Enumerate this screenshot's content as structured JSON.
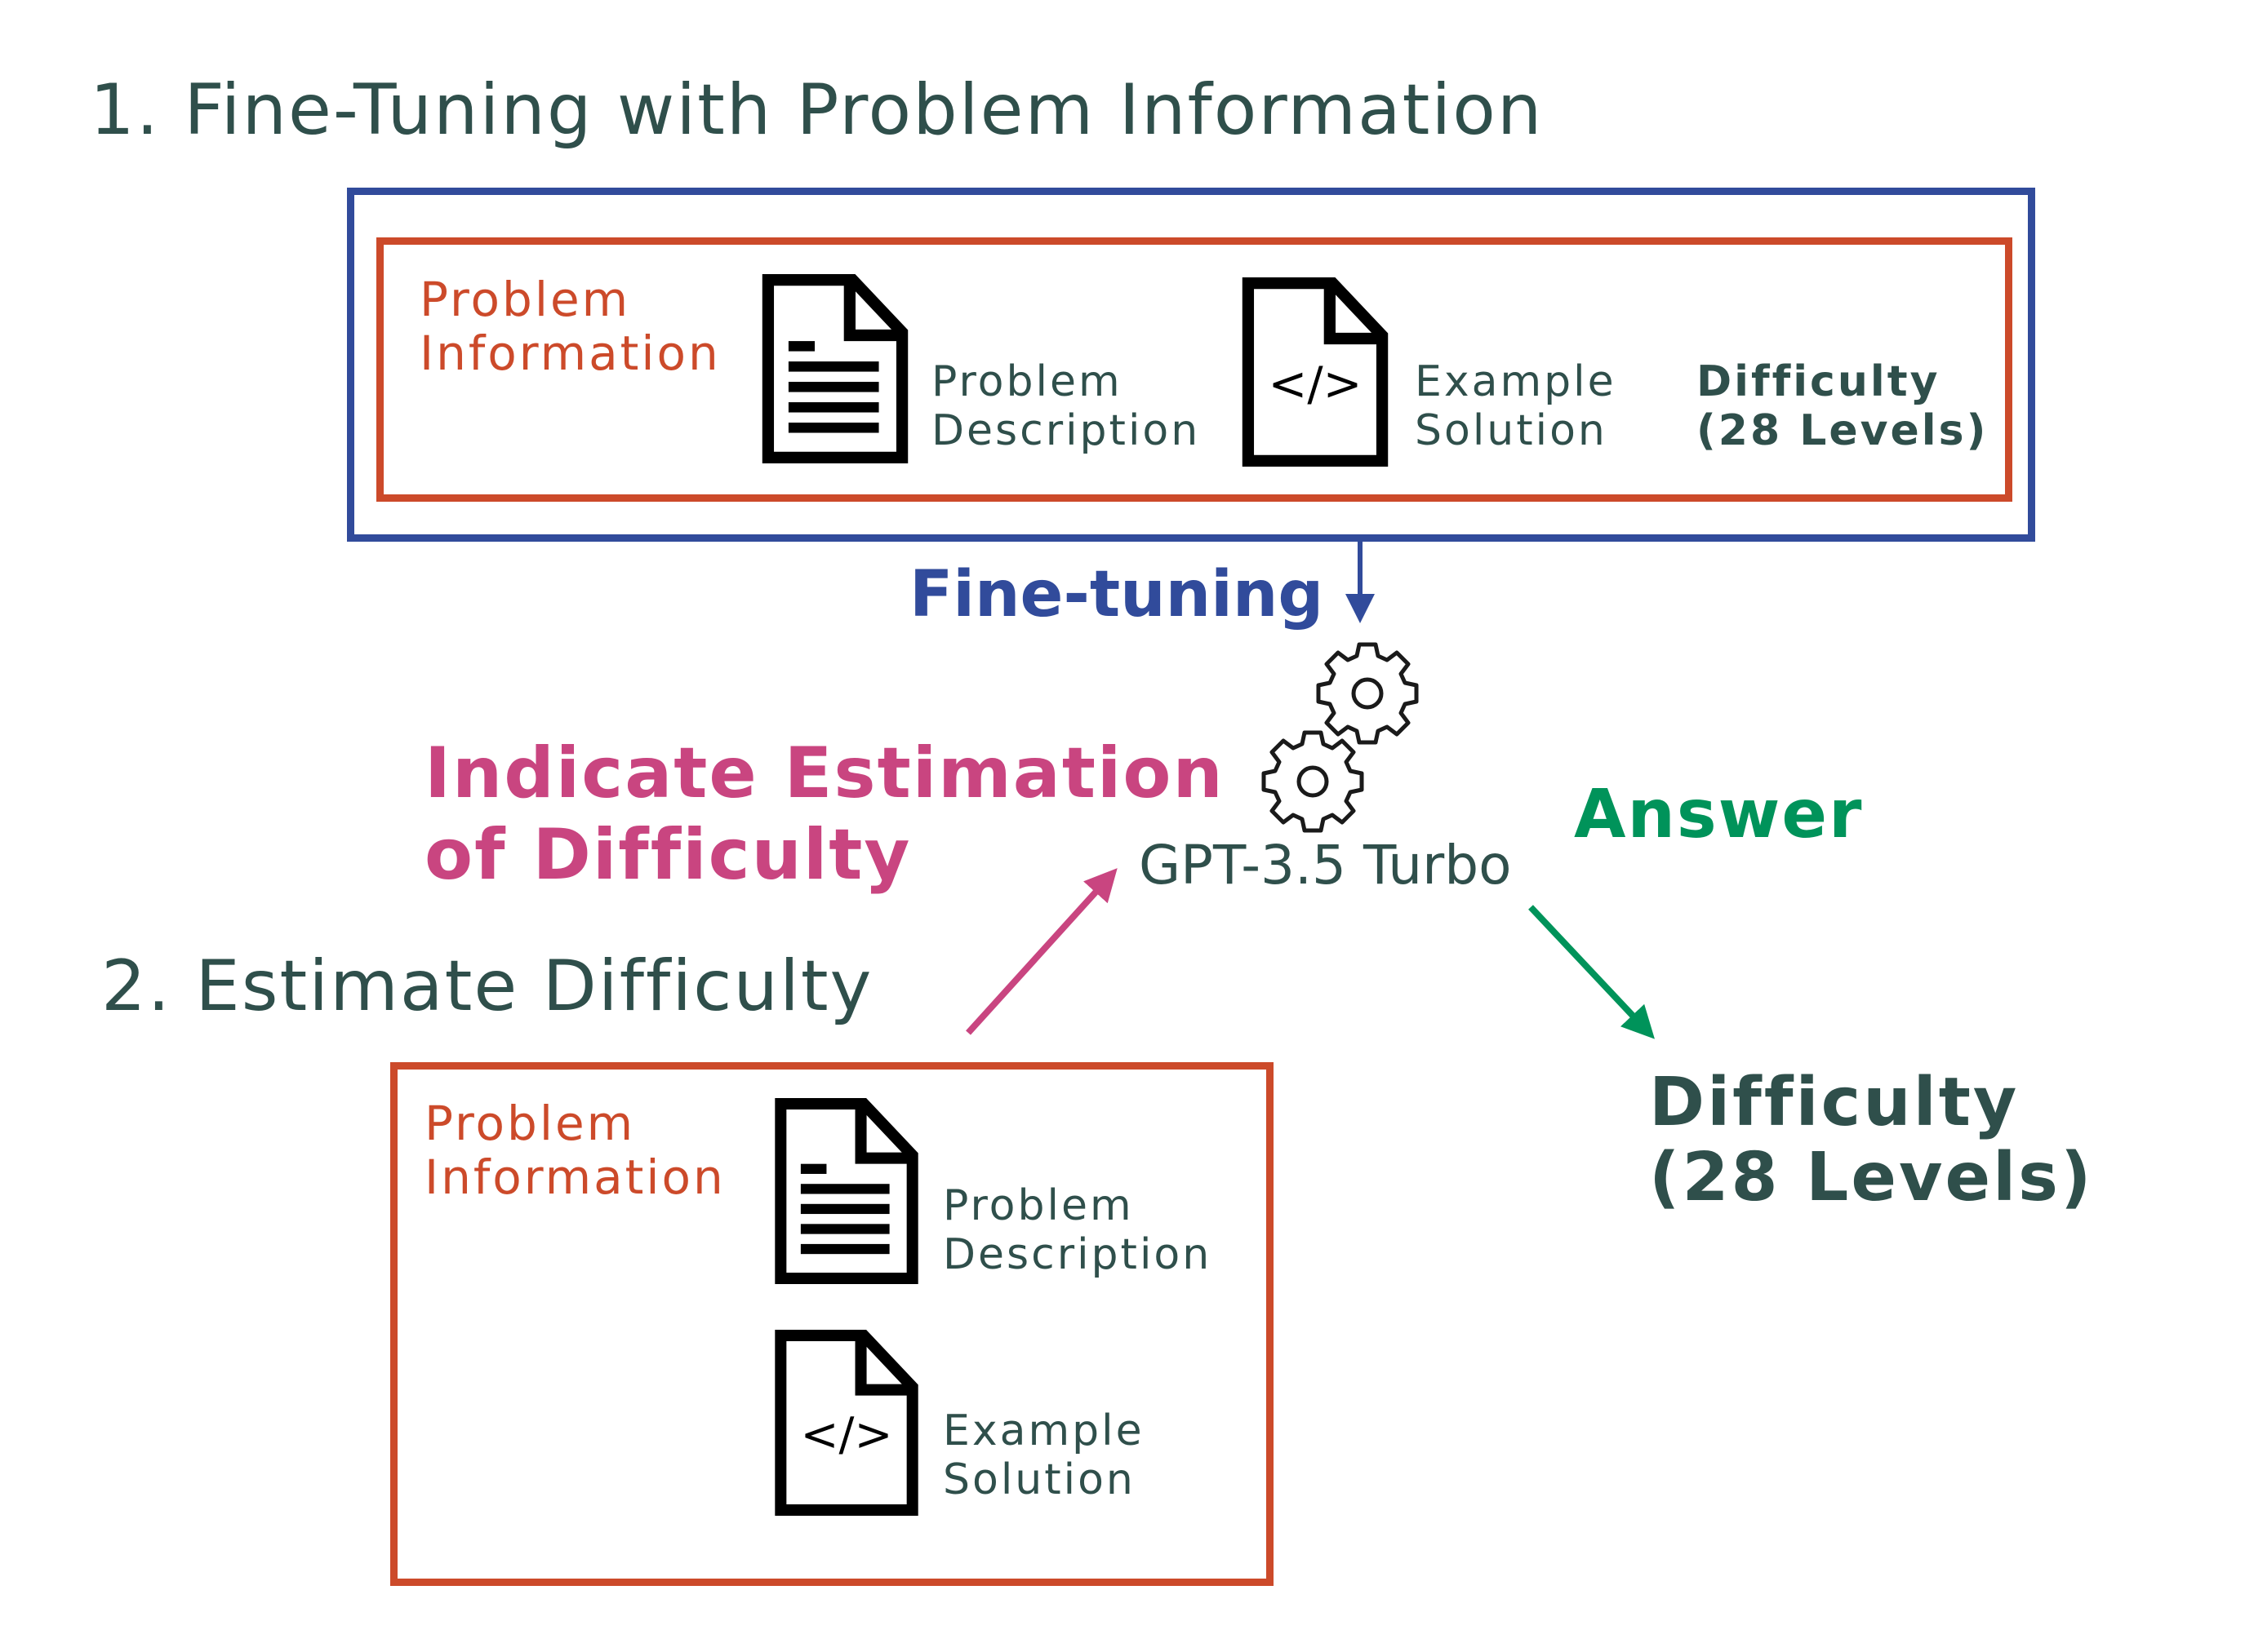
{
  "colors": {
    "blue": "#314b9b",
    "orange": "#cc4a2a",
    "pink": "#c94580",
    "green": "#00935a",
    "text_dark": "#2f4f4b"
  },
  "step1": {
    "title": "1.  Fine-Tuning with Problem Information",
    "group_label_line1": "Problem",
    "group_label_line2": "Information",
    "items": [
      {
        "icon": "document-text-icon",
        "line1": "Problem",
        "line2": "Description"
      },
      {
        "icon": "code-file-icon",
        "line1": "Example",
        "line2": "Solution"
      }
    ],
    "target_line1": "Difficulty",
    "target_line2": "(28 Levels)"
  },
  "fine_tuning_label": "Fine-tuning",
  "model": {
    "icon": "gears-icon",
    "name": "GPT-3.5 Turbo"
  },
  "indicate_label_line1": "Indicate Estimation",
  "indicate_label_line2": "of Difficulty",
  "answer_label": "Answer",
  "step2": {
    "title": "2. Estimate Difficulty",
    "group_label_line1": "Problem",
    "group_label_line2": "Information",
    "items": [
      {
        "icon": "document-text-icon",
        "line1": "Problem",
        "line2": "Description"
      },
      {
        "icon": "code-file-icon",
        "line1": "Example",
        "line2": "Solution"
      }
    ]
  },
  "output": {
    "line1": "Difficulty",
    "line2": "(28 Levels)"
  }
}
